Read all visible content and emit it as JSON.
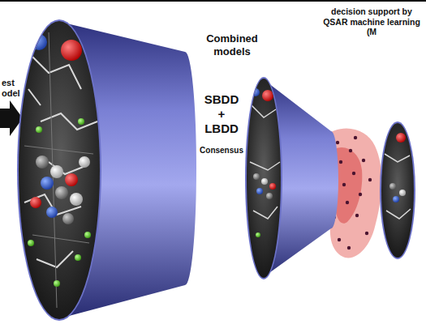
{
  "diagram": {
    "labels": [
      "est odel",
      "Combined models",
      "SBDD + LBDD",
      "Consensus",
      "decision support by QSAR machine learning (M"
    ]
  }
}
